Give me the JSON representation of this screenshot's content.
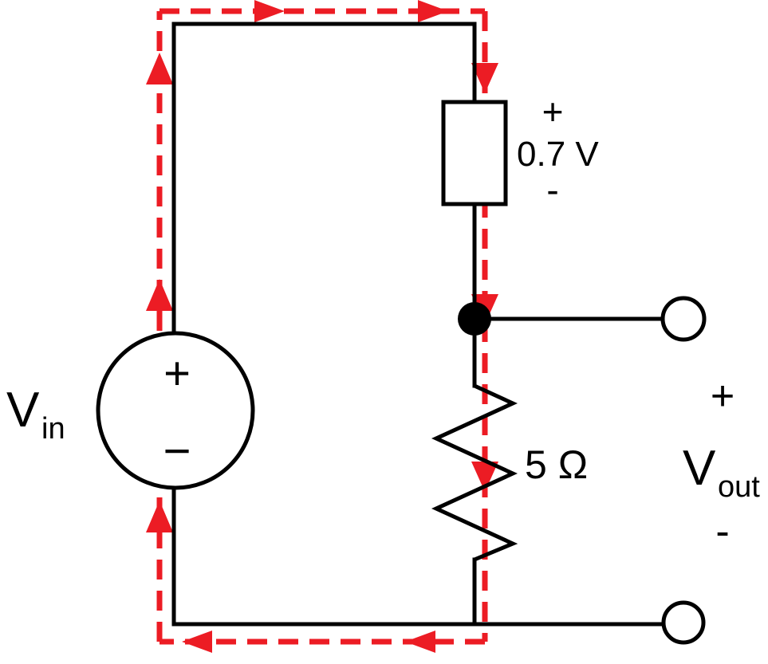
{
  "labels": {
    "vin_main": "V",
    "vin_sub": "in",
    "source_plus": "+",
    "source_minus": "−",
    "diode_plus": "+",
    "diode_value": "0.7 V",
    "diode_minus": "-",
    "resistor_value": "5 Ω",
    "vout_plus": "+",
    "vout_main": "V",
    "vout_sub": "out",
    "vout_minus": "-"
  },
  "colors": {
    "wire": "#000000",
    "current_loop": "#ec1c24",
    "background": "#ffffff"
  }
}
